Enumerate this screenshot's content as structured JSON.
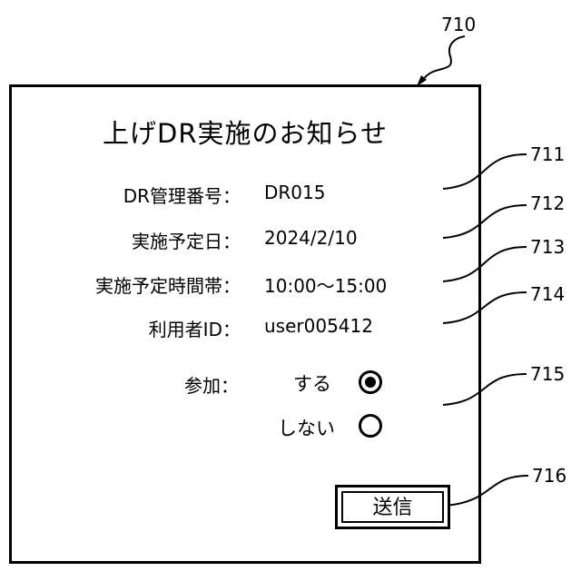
{
  "refs": {
    "r710": "710",
    "r711": "711",
    "r712": "712",
    "r713": "713",
    "r714": "714",
    "r715": "715",
    "r716": "716"
  },
  "dialog": {
    "title": "上げDR実施のお知らせ",
    "fields": [
      {
        "label": "DR管理番号：",
        "value": "DR015"
      },
      {
        "label": "実施予定日：",
        "value": "2024/2/10"
      },
      {
        "label": "実施予定時間帯：",
        "value": "10:00〜15:00"
      },
      {
        "label": "利用者ID：",
        "value": "user005412"
      }
    ],
    "participation": {
      "label": "参加：",
      "options": [
        {
          "label": "する",
          "selected": true
        },
        {
          "label": "しない",
          "selected": false
        }
      ]
    },
    "submit_label": "送信"
  }
}
